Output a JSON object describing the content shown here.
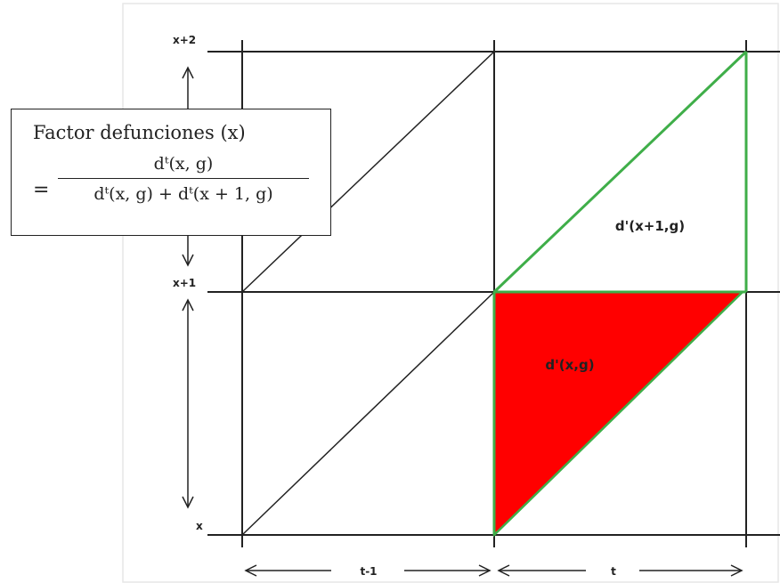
{
  "axis": {
    "y_labels": [
      "x+2",
      "x+1",
      "x"
    ],
    "x_labels": [
      "t-1",
      "t"
    ]
  },
  "regions": {
    "upper_label": "d'(x+1,g)",
    "lower_label": "d'(x,g)"
  },
  "formula": {
    "title": "Factor defunciones (x)",
    "equals": "=",
    "numerator": "dᵗ(x, g)",
    "denominator": "dᵗ(x, g) + dᵗ(x + 1, g)"
  },
  "colors": {
    "grid": "#222222",
    "border": "#e6e6e6",
    "highlight_line": "#3fae49",
    "highlight_fill": "#ff0000"
  }
}
